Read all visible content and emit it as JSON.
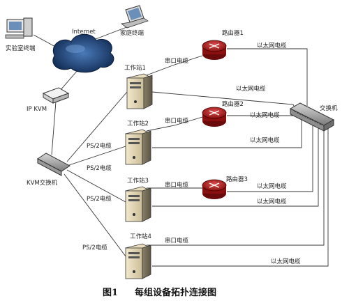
{
  "labels": {
    "internet": "Internet",
    "lab_terminal": "实验室终端",
    "home_terminal": "家庭终端",
    "ip_kvm": "IP KVM",
    "kvm_switch": "KVM交换机",
    "switch": "交换机",
    "workstation1": "工作站1",
    "workstation2": "工作站2",
    "workstation3": "工作站3",
    "workstation4": "工作站4",
    "router1": "路由器1",
    "router2": "路由器2",
    "router3": "路由器3",
    "serial_cable": "串口电缆",
    "ethernet_cable": "以太网电缆",
    "ps2_cable": "PS/2电缆"
  },
  "caption": {
    "number": "图1",
    "title": "每组设备拓扑连接图"
  }
}
